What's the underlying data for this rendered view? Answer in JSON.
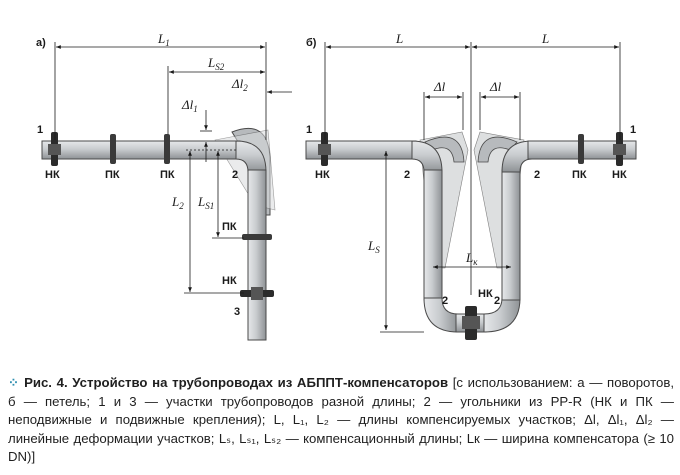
{
  "figure": {
    "panel_a": "а)",
    "panel_b": "б)",
    "dim_L1": "L",
    "dim_L1_sub": "1",
    "dim_LS2": "L",
    "dim_LS2_sub": "S2",
    "dim_dl2": "Δl",
    "dim_dl2_sub": "2",
    "dim_dl1": "Δl",
    "dim_dl1_sub": "1",
    "dim_L2": "L",
    "dim_L2_sub": "2",
    "dim_LS1": "L",
    "dim_LS1_sub": "S1",
    "dim_L": "L",
    "dim_dl": "Δl",
    "dim_LS": "L",
    "dim_LS_sub": "S",
    "dim_Lk": "L",
    "dim_Lk_sub": "к",
    "label_1": "1",
    "label_2": "2",
    "label_3": "3",
    "label_NK": "НК",
    "label_PK": "ПК"
  },
  "caption": {
    "title": "Рис. 4. Устройство на трубопроводах из АБППТ-компенсаторов",
    "text": " [с использованием: а — поворотов, б — петель; 1 и 3 — участки трубопроводов разной длины; 2 — угольники из PP-R (НК и ПК — неподвижные и подвижные крепления); L, L₁, L₂ — длины компенсируемых участков; Δl, Δl₁, Δl₂ — линейные деформации участков; Lₛ, Lₛ₁, Lₛ₂ — компенсационный длины; Lк — ширина компенсатора (≥ 10 DN)]"
  },
  "colors": {
    "pipe_fill": "#c9cccf",
    "pipe_stroke": "#4a4a4a",
    "shadow": "#9a9da0",
    "accent_dots": "#2f8fb0"
  }
}
